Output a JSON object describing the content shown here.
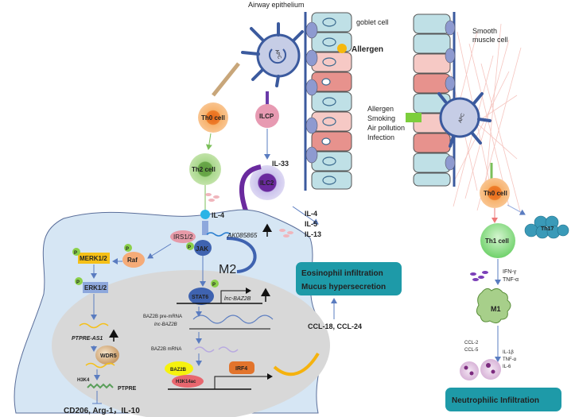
{
  "title_airway": "Airway epithelium",
  "labels": {
    "goblet_cell": "goblet cell",
    "allergen": "Allergen",
    "smooth_muscle_1": "Smooth",
    "smooth_muscle_2": "muscle cell",
    "triggers": [
      "Allergen",
      "Smoking",
      "Air pollution",
      "Infection"
    ],
    "apc": "APC",
    "th0_left": "Th0 cell",
    "th0_right": "Th0 cell",
    "ilcp": "ILCP",
    "il33": "IL-33",
    "th2": "Th2 cell",
    "ilc2": "ILC2",
    "ilc2_cytokines": [
      "IL-4",
      "IL-5",
      "IL-13"
    ],
    "il4": "IL-4",
    "irs": "IRS1/2",
    "jak": "JAK",
    "p": "P",
    "raf": "Raf",
    "merk": "MERK1/2",
    "erk": "ERK1/2",
    "ak": "AK085865",
    "m2": "M2",
    "stat6": "STAT6",
    "lnc_baz2b": "lnc-BAZ2B",
    "baz2b_premrna": "BAZ2B pre-mRNA",
    "lnc_baz2b_2": "lnc-BAZ2B",
    "baz2b_mrna": "BAZ2B mRNA",
    "baz2b": "BAZ2B",
    "h3k14ac": "H3K14ac",
    "irf4": "IRF4",
    "ptpre_as1": "PTPRE-AS1",
    "wdr5": "WDR5",
    "h3k4": "H3K4",
    "ptpre": "PTPRE",
    "m2_markers": "CD206, Arg-1，IL-10",
    "ccl": "CCL-18, CCL-24",
    "eos_box": [
      "Eosinophil infiltration",
      "Mucus hypersecretion"
    ],
    "th17": "Th17",
    "th1": "Th1 cell",
    "th1_cytokines": [
      "IFN-γ",
      "TNF-α"
    ],
    "m1": "M1",
    "m1_ccl": [
      "CCL-2",
      "CCL-5"
    ],
    "m1_cytokines": [
      "IL-1β",
      "TNF-α",
      "IL-6"
    ],
    "neut_box": "Neutrophilic Infiltration"
  },
  "colors": {
    "teal_box": "#1e9aa8",
    "macrophage": "#d6e6f4",
    "nucleus": "#d8d8d8",
    "epi_blue": "#bfe0e6",
    "epi_pink": "#f4c2bf",
    "apc": "#c6cde6",
    "th0": "#f5a55a",
    "th2": "#9ccf7a",
    "ilcp": "#e78fa6",
    "ilc2": "#6c2ea0",
    "th1": "#8ee08a",
    "m1": "#a7cf8a",
    "merk": "#f5c018",
    "erk": "#8ea8dc",
    "stat6": "#3f63b0",
    "irf4": "#e2742c",
    "p_green": "#8bd04a"
  }
}
